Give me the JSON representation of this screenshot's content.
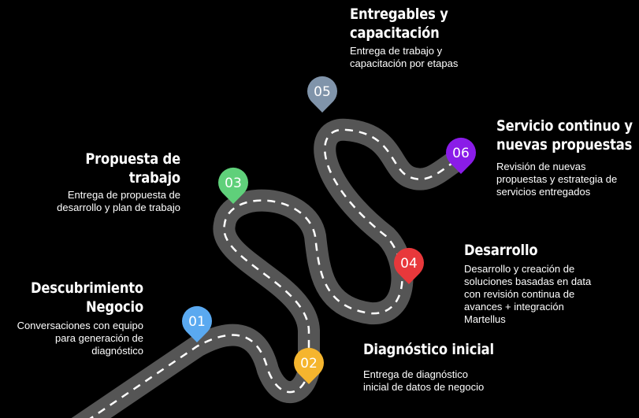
{
  "steps": [
    {
      "num": "01",
      "title_lines": [
        "Descubrimiento",
        "Negocio"
      ],
      "desc_lines": [
        "Conversaciones con equipo",
        "para generación de",
        "diagnóstico"
      ],
      "color": "#5aa9f0"
    },
    {
      "num": "02",
      "title_lines": [
        "Diagnóstico inicial"
      ],
      "desc_lines": [
        "Entrega de diagnóstico",
        "inicial de datos de negocio"
      ],
      "color": "#f5b52e"
    },
    {
      "num": "03",
      "title_lines": [
        "Propuesta de",
        "trabajo"
      ],
      "desc_lines": [
        "Entrega de propuesta de",
        "desarrollo y plan de trabajo"
      ],
      "color": "#5fd07a"
    },
    {
      "num": "04",
      "title_lines": [
        "Desarrollo"
      ],
      "desc_lines": [
        "Desarrollo y creación de",
        "soluciones basadas en data",
        "con revisión continua de",
        "avances + integración",
        "Martellus"
      ],
      "color": "#e8383b"
    },
    {
      "num": "05",
      "title_lines": [
        "Entregables y",
        "capacitación"
      ],
      "desc_lines": [
        "Entrega de trabajo y",
        "capacitación por etapas"
      ],
      "color": "#8094aa"
    },
    {
      "num": "06",
      "title_lines": [
        "Servicio continuo y",
        "nuevas propuestas"
      ],
      "desc_lines": [
        "Revisión de nuevas",
        "propuestas y estrategia de",
        "servicios entregados"
      ],
      "color": "#8a1ce8"
    }
  ],
  "colors": {
    "background": "#000000",
    "road": "#555555",
    "road_dash": "#ffffff",
    "text": "#ffffff"
  }
}
